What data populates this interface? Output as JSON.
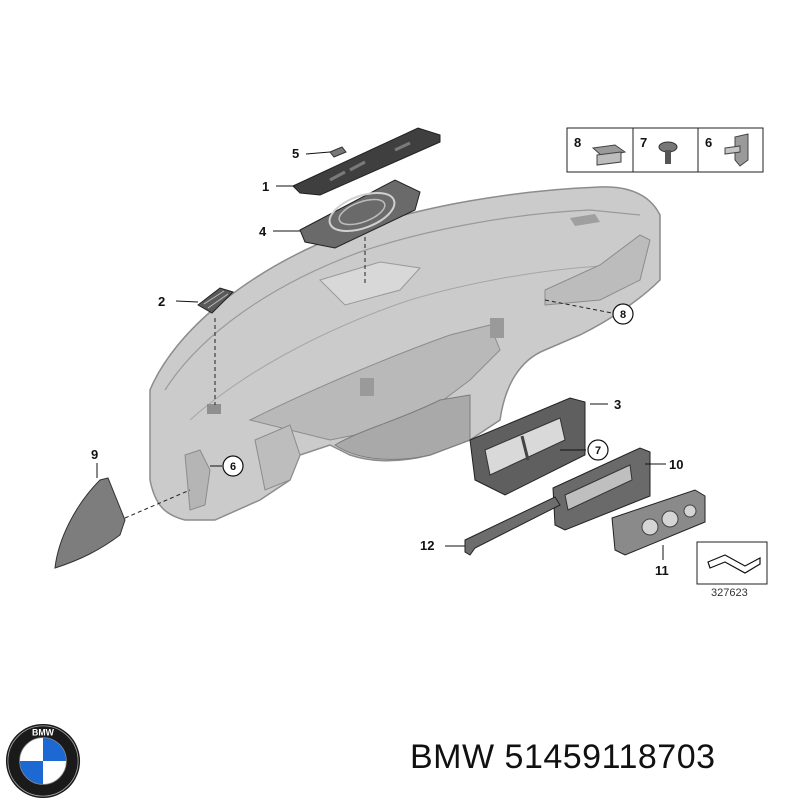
{
  "diagram": {
    "callouts": {
      "c1": "1",
      "c2": "2",
      "c3": "3",
      "c4": "4",
      "c5": "5",
      "c9": "9",
      "c10": "10",
      "c11": "11",
      "c12": "12"
    },
    "circled_callouts": {
      "c6": "6",
      "c7": "7",
      "c8": "8"
    },
    "hardware_box": {
      "h8": "8",
      "h7": "7",
      "h6": "6"
    },
    "figure_id": "327623"
  },
  "footer": {
    "logo_text": "BMW",
    "caption": "BMW 51459118703"
  },
  "colors": {
    "part_light": "#c9c9c9",
    "part_dark": "#4a4a4a",
    "outline": "#8a8a8a",
    "bmw_blue": "#1c69d4"
  }
}
